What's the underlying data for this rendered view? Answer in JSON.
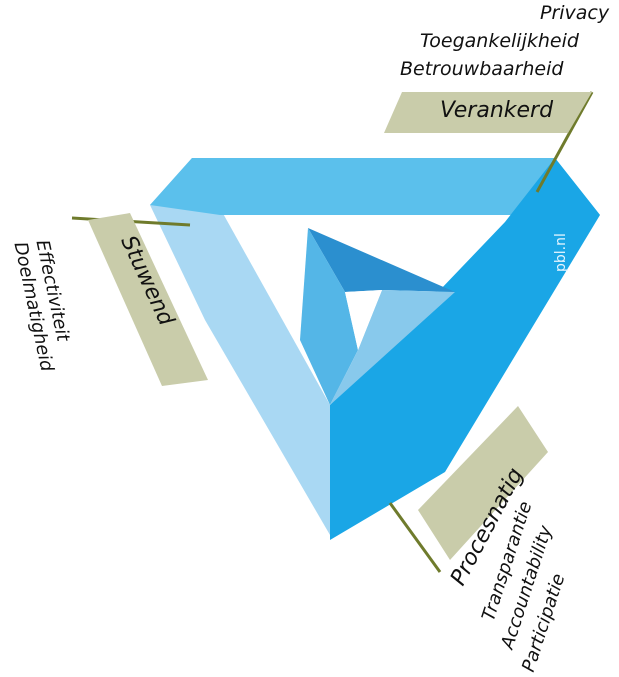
{
  "diagram": {
    "watermark": "pbl.nl",
    "colors": {
      "top_face": "#5bc0ec",
      "left_face": "#a9d8f3",
      "right_face": "#1aa6e6",
      "inner_dark": "#2b8fcf",
      "tag_fill": "#c9ccaa",
      "leader_line": "#6f7b2c"
    },
    "verankerd": {
      "title": "Verankerd",
      "items": [
        "Privacy",
        "Toegankelijkheid",
        "Betrouwbaarheid"
      ]
    },
    "stuwend": {
      "title": "Stuwend",
      "items": [
        "Effectiviteit",
        "Doelmatigheid"
      ]
    },
    "procesmatig": {
      "title": "Procesnatig",
      "items": [
        "Transparantie",
        "Accountability",
        "Participatie"
      ]
    }
  }
}
